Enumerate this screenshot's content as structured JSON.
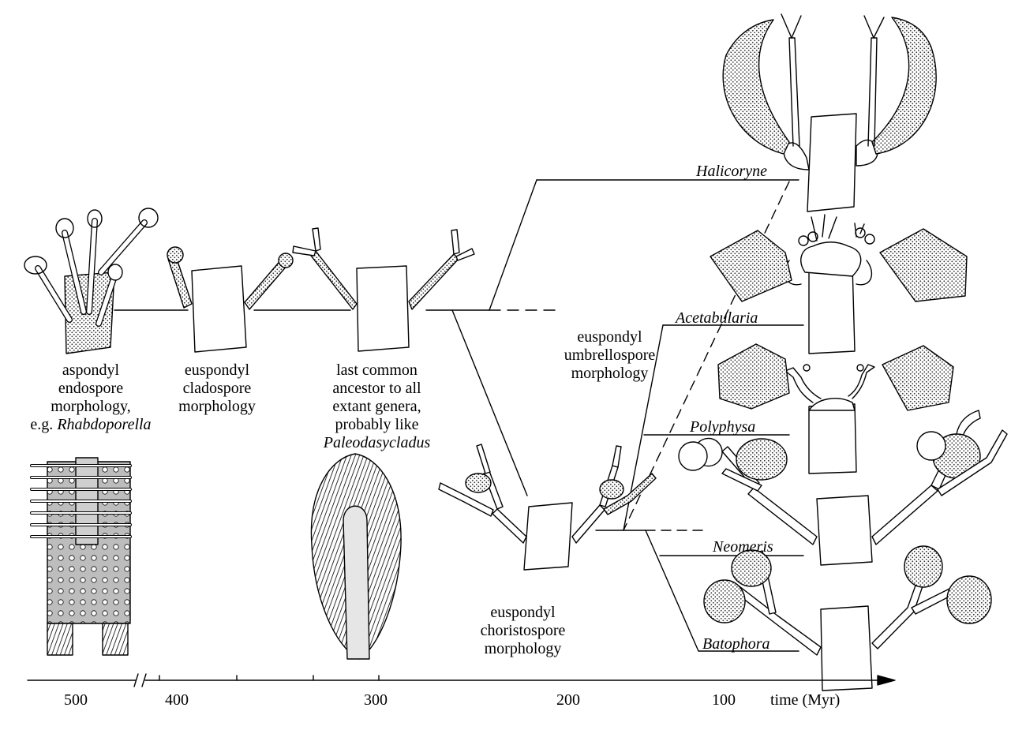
{
  "stages": [
    {
      "id": "aspondyl",
      "lines": [
        "aspondyl",
        "endospore",
        "morphology,"
      ],
      "eg_prefix": "e.g. ",
      "eg_genus": "Rhabdoporella"
    },
    {
      "id": "cladospore",
      "lines": [
        "euspondyl",
        "cladospore",
        "morphology"
      ]
    },
    {
      "id": "ancestor",
      "lines": [
        "last common",
        "ancestor to all",
        "extant genera,",
        "probably like"
      ],
      "genus": "Paleodasycladus"
    },
    {
      "id": "umbrellospore",
      "lines": [
        "euspondyl",
        "umbrellospore",
        "morphology"
      ]
    },
    {
      "id": "choristospore",
      "lines": [
        "euspondyl",
        "choristospore",
        "morphology"
      ]
    }
  ],
  "taxa": [
    "Halicoryne",
    "Acetabularia",
    "Polyphysa",
    "Neomeris",
    "Batophora"
  ],
  "axis": {
    "ticks": [
      "500",
      "400",
      "300",
      "200",
      "100"
    ],
    "title": "time (Myr)"
  },
  "colors": {
    "ink": "#000000",
    "stipple": "#d8d8d8",
    "background": "#ffffff"
  }
}
